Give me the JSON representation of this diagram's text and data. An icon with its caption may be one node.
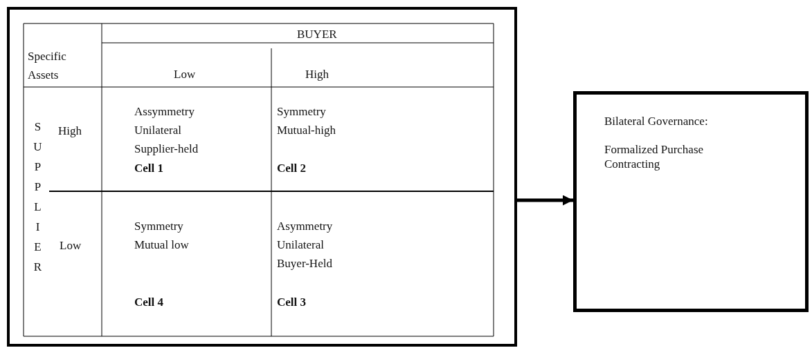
{
  "diagram": {
    "nodes": [
      {
        "text": [],
        "shape": "box"
      },
      {
        "text": [
          "Bilateral Governance:",
          "Formalized Purchase Contracting"
        ]
      }
    ],
    "edges": [
      {
        "from": 0,
        "to": 1,
        "arrow": "to"
      }
    ],
    "labels": [
      "BUYER",
      "Specific Assets",
      "Low",
      "High",
      "SUPPLIER",
      "High",
      "Assymmetry",
      "Unilateral",
      "Supplier-held",
      "Cell 1",
      "Symmetry",
      "Mutual-high",
      "Cell 2",
      "Low",
      "Symmetry",
      "Mutual low",
      "Cell 4",
      "Asymmetry",
      "Unilateral",
      "Buyer-Held",
      "Cell 3"
    ]
  }
}
